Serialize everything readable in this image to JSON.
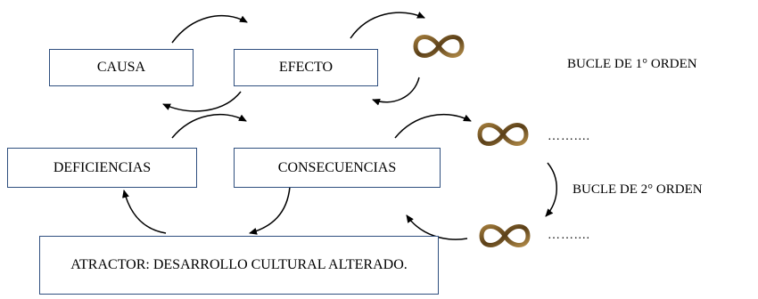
{
  "boxes": {
    "causa": "CAUSA",
    "efecto": "EFECTO",
    "deficiencias": "DEFICIENCIAS",
    "consecuencias": "CONSECUENCIAS",
    "attractor": "ATRACTOR: DESARROLLO CULTURAL ALTERADO."
  },
  "labels": {
    "bucle1": "BUCLE DE 1° ORDEN",
    "bucle2": "BUCLE DE 2° ORDEN",
    "dots_upper": "……....",
    "dots_lower": "……...."
  },
  "colors": {
    "box_border": "#2f4f7f",
    "infinity": "#7a5a2a"
  }
}
